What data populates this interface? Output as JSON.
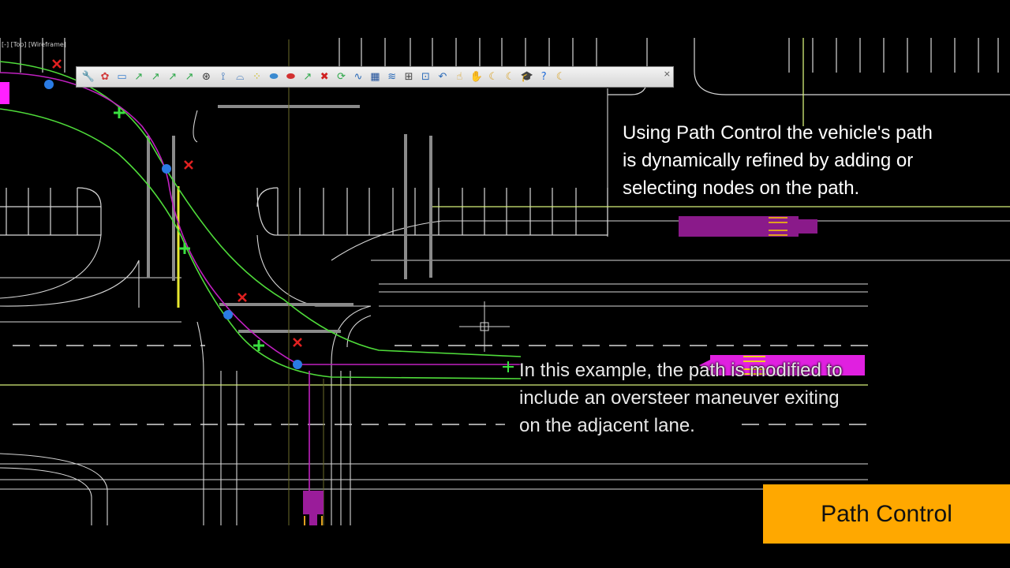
{
  "viewport": {
    "label": "[-] [Top] [Wireframe]"
  },
  "toolbar": {
    "tools": [
      {
        "icon": "wrench-icon",
        "glyph": "🔧",
        "color": "#d08a18"
      },
      {
        "icon": "palette-icon",
        "glyph": "✿",
        "color": "#d23c3c"
      },
      {
        "icon": "vehicle-icon",
        "glyph": "▭",
        "color": "#3a7fd0"
      },
      {
        "icon": "path-add-icon",
        "glyph": "↗",
        "color": "#2ea84a"
      },
      {
        "icon": "path-edit-icon",
        "glyph": "↗",
        "color": "#2ea84a"
      },
      {
        "icon": "path-node-icon",
        "glyph": "↗",
        "color": "#2ea84a"
      },
      {
        "icon": "path-tool-icon",
        "glyph": "↗",
        "color": "#2ea84a"
      },
      {
        "icon": "steering-wheel-icon",
        "glyph": "⊛",
        "color": "#333333"
      },
      {
        "icon": "clearance-icon",
        "glyph": "⟟",
        "color": "#2a6ab8"
      },
      {
        "icon": "envelope-icon",
        "glyph": "⌓",
        "color": "#2a6ab8"
      },
      {
        "icon": "node-select-icon",
        "glyph": "⁘",
        "color": "#c8b400"
      },
      {
        "icon": "vehicle-add-icon",
        "glyph": "⬬",
        "color": "#3a8ad0"
      },
      {
        "icon": "vehicle-delete-icon",
        "glyph": "⬬",
        "color": "#d23030"
      },
      {
        "icon": "path-extend-icon",
        "glyph": "↗",
        "color": "#2ea84a"
      },
      {
        "icon": "path-delete-icon",
        "glyph": "✖",
        "color": "#d02020"
      },
      {
        "icon": "refresh-icon",
        "glyph": "⟳",
        "color": "#2ea84a"
      },
      {
        "icon": "trajectory-icon",
        "glyph": "∿",
        "color": "#2a6ab8"
      },
      {
        "icon": "animation-icon",
        "glyph": "▦",
        "color": "#1e4f9a"
      },
      {
        "icon": "swept-path-icon",
        "glyph": "≋",
        "color": "#2a6ab8"
      },
      {
        "icon": "settings-icon",
        "glyph": "⊞",
        "color": "#444444"
      },
      {
        "icon": "report-icon",
        "glyph": "⊡",
        "color": "#2a6ab8"
      },
      {
        "icon": "turn-icon",
        "glyph": "↶",
        "color": "#2a6ab8"
      },
      {
        "icon": "hand-icon",
        "glyph": "☝",
        "color": "#d9a020"
      },
      {
        "icon": "hand-point-icon",
        "glyph": "✋",
        "color": "#d9a020"
      },
      {
        "icon": "moon-icon",
        "glyph": "☾",
        "color": "#d9a020"
      },
      {
        "icon": "moon-alt-icon",
        "glyph": "☾",
        "color": "#d9a020"
      },
      {
        "icon": "graduation-cap-icon",
        "glyph": "🎓",
        "color": "#2050a0"
      },
      {
        "icon": "help-icon",
        "glyph": "?",
        "color": "#1e6ad8"
      },
      {
        "icon": "crescent-icon",
        "glyph": "☾",
        "color": "#d9a020"
      }
    ],
    "close_glyph": "×"
  },
  "captions": {
    "primary": [
      "Using Path Control the vehicle's path",
      "is dynamically refined by adding or",
      "selecting nodes on the path."
    ],
    "secondary": [
      "In this example, the path is modified to",
      "include an oversteer maneuver exiting",
      "on the adjacent lane."
    ]
  },
  "title_badge": {
    "text": "Path Control",
    "color": "#ffa800"
  },
  "colors": {
    "road_lines": "#ffffff",
    "path_primary": "#c020c0",
    "path_envelope": "#4fdc3a",
    "node_selected": "#2a7be4",
    "node_added": "#3ae040",
    "node_deleted": "#e02020",
    "vehicle": "#9a1c9a",
    "lane_marker": "#e8e830"
  }
}
